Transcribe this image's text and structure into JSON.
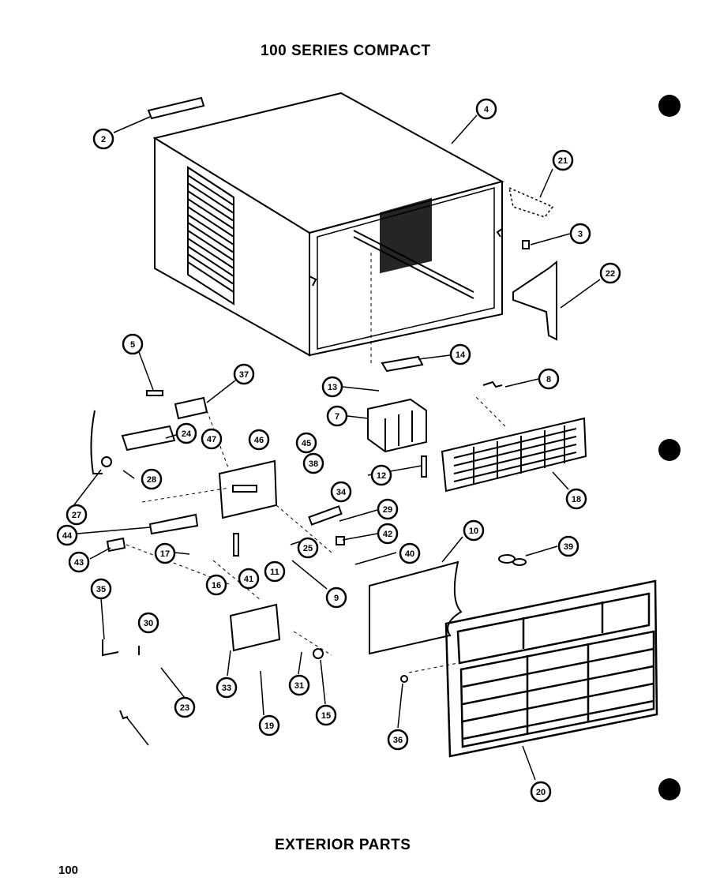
{
  "header": {
    "title": "100 SERIES COMPACT"
  },
  "footer": {
    "caption": "EXTERIOR PARTS",
    "page_number": "100"
  },
  "callouts": [
    "2",
    "4",
    "21",
    "3",
    "22",
    "5",
    "37",
    "14",
    "8",
    "13",
    "7",
    "46",
    "24",
    "47",
    "45",
    "38",
    "28",
    "34",
    "12",
    "18",
    "27",
    "44",
    "29",
    "42",
    "43",
    "17",
    "25",
    "40",
    "16",
    "41",
    "11",
    "9",
    "10",
    "39",
    "35",
    "30",
    "33",
    "31",
    "15",
    "36",
    "23",
    "19",
    "20"
  ]
}
